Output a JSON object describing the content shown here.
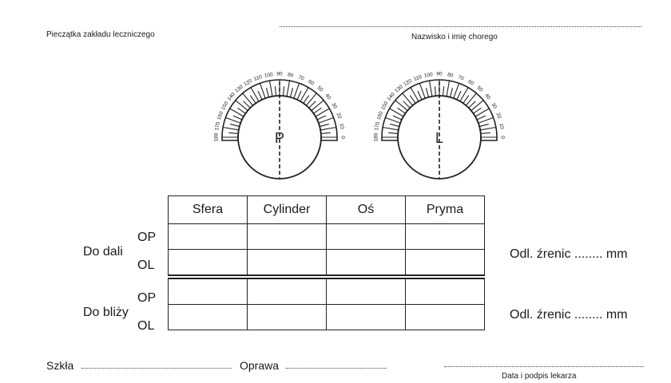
{
  "header": {
    "stamp_label": "Pieczątka zakładu leczniczego",
    "patient_label": "Nazwisko i imię chorego"
  },
  "dials": [
    {
      "letter": "P",
      "scale": [
        "180",
        "170",
        "160",
        "150",
        "140",
        "130",
        "120",
        "110",
        "100",
        "90",
        "80",
        "70",
        "60",
        "50",
        "40",
        "30",
        "20",
        "10",
        "0"
      ]
    },
    {
      "letter": "L",
      "scale": [
        "180",
        "170",
        "160",
        "150",
        "140",
        "130",
        "120",
        "110",
        "100",
        "90",
        "80",
        "70",
        "60",
        "50",
        "40",
        "30",
        "20",
        "10",
        "0"
      ]
    }
  ],
  "table": {
    "columns": [
      "Sfera",
      "Cylinder",
      "Oś",
      "Pryma"
    ],
    "groups": [
      {
        "label": "Do dali",
        "eyes": [
          "OP",
          "OL"
        ],
        "pupil": "Odl. źrenic ........ mm"
      },
      {
        "label": "Do bliży",
        "eyes": [
          "OP",
          "OL"
        ],
        "pupil": "Odl. źrenic ........ mm"
      }
    ]
  },
  "footer": {
    "glasses_label": "Szkła",
    "frame_label": "Oprawa",
    "signature_label": "Data i podpis lekarza"
  }
}
